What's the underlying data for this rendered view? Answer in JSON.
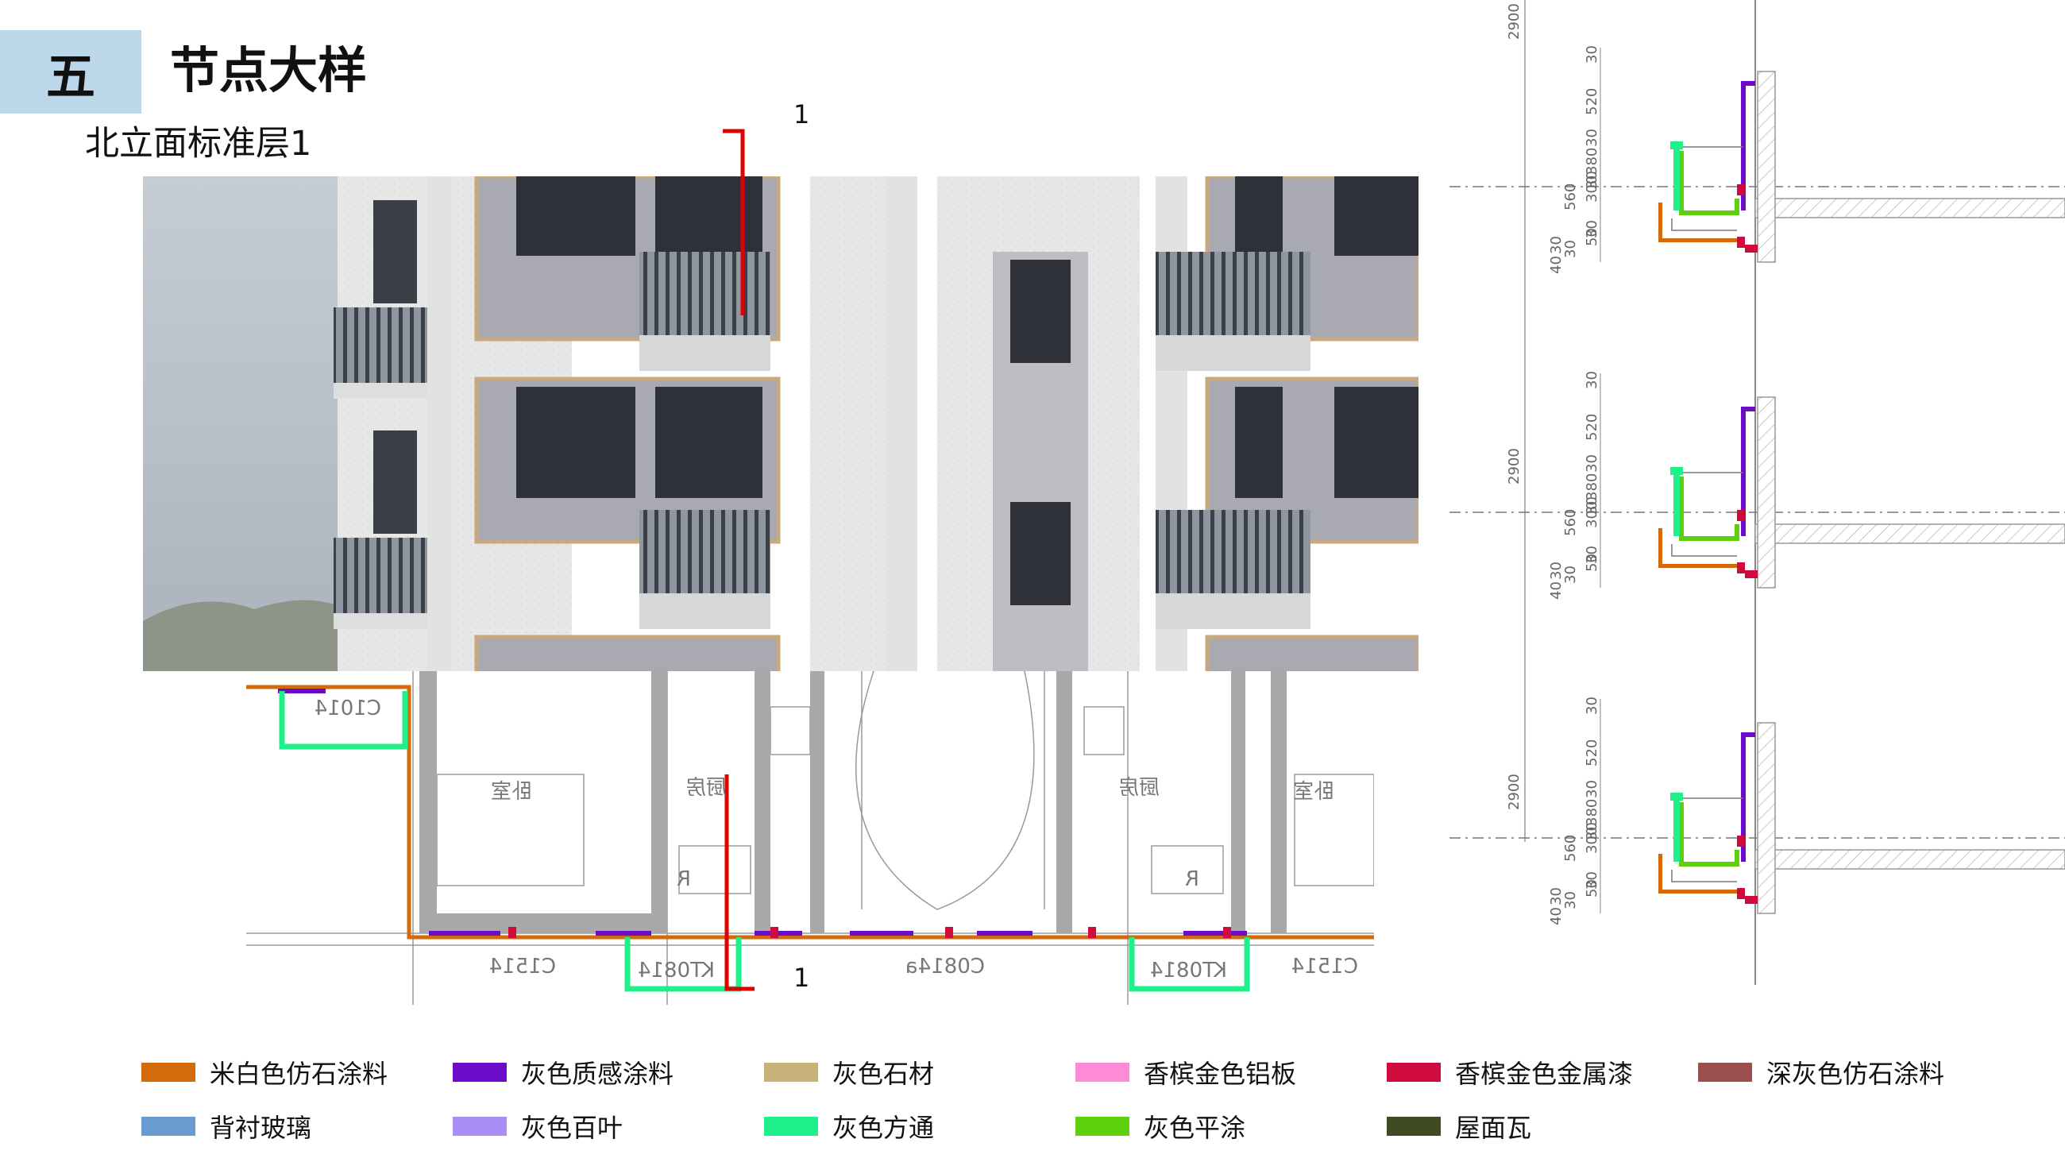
{
  "header": {
    "section_number": "五",
    "title": "节点大样",
    "subtitle": "北立面标准层1"
  },
  "callouts": {
    "top_label": "1",
    "bottom_label": "1"
  },
  "plan_labels": {
    "room_bedroom": "卧室",
    "room_kitchen": "厨房",
    "window_c1014": "C1014",
    "window_c1514": "C1514",
    "window_c0814a": "C0814a",
    "ac_kt0814": "KT0814",
    "mark_r": "R"
  },
  "details": {
    "floor_height": "2900",
    "dims_upper": [
      "30",
      "520",
      "30",
      "380",
      "30",
      "300",
      "30",
      "50"
    ],
    "dims_lower": [
      "560",
      "30",
      "30",
      "40"
    ]
  },
  "legend": [
    {
      "label": "米白色仿石涂料",
      "color": "#d46a0c"
    },
    {
      "label": "灰色质感涂料",
      "color": "#6a0cc8"
    },
    {
      "label": "灰色石材",
      "color": "#c9b27a"
    },
    {
      "label": "香槟金色铝板",
      "color": "#ff8ad8"
    },
    {
      "label": "香槟金色金属漆",
      "color": "#cf0a3c"
    },
    {
      "label": "深灰色仿石涂料",
      "color": "#9c4f4f"
    },
    {
      "label": "背衬玻璃",
      "color": "#6a9bd0"
    },
    {
      "label": "灰色百叶",
      "color": "#a98ef5"
    },
    {
      "label": "灰色方通",
      "color": "#1ff08a"
    },
    {
      "label": "灰色平涂",
      "color": "#5ecf0c"
    },
    {
      "label": "屋面瓦",
      "color": "#3e4a22"
    }
  ]
}
